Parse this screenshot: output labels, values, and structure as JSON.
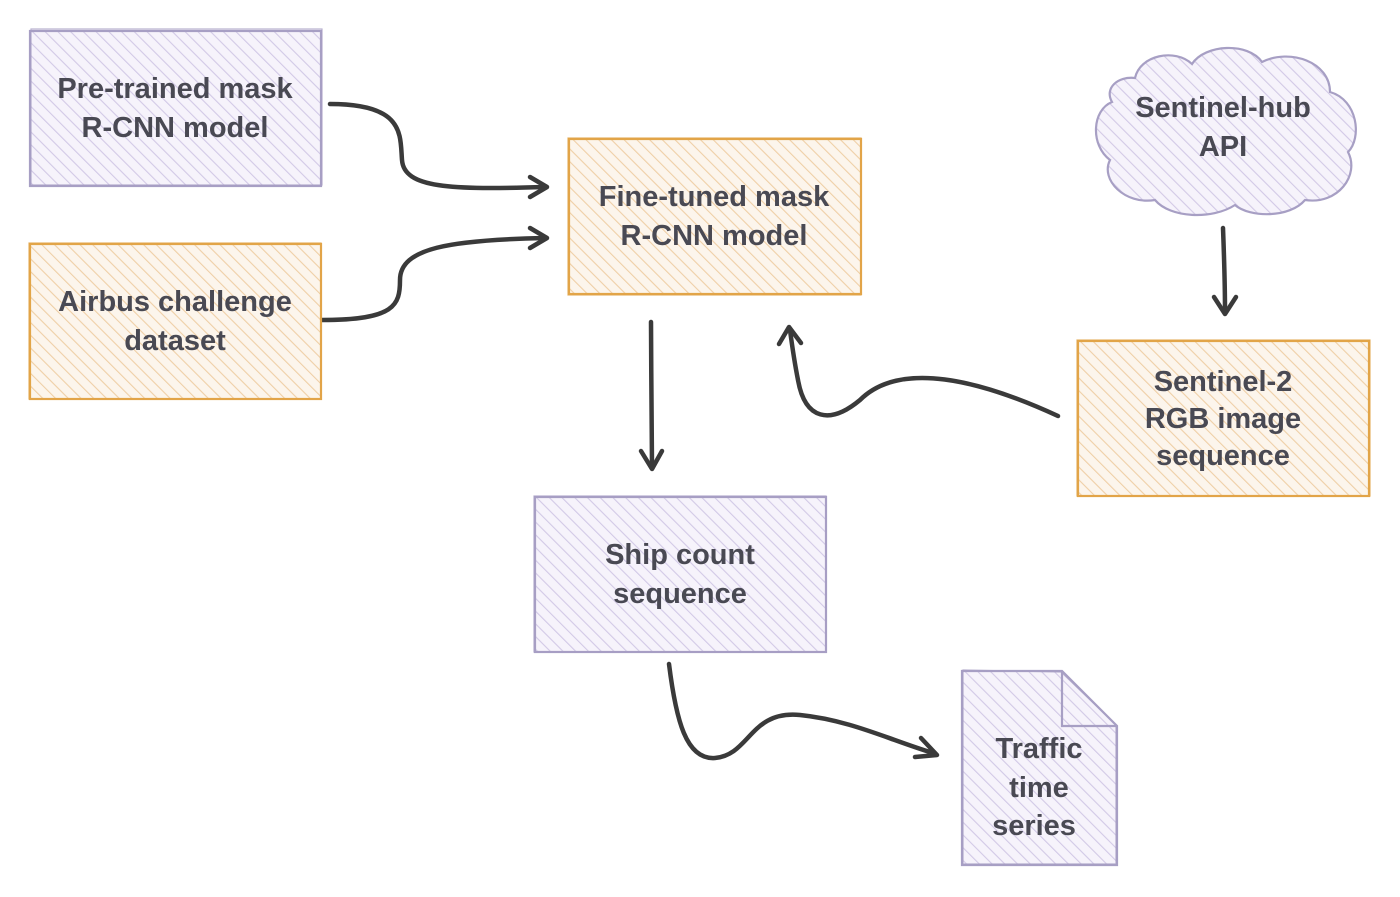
{
  "colors": {
    "purple_fill": "#d9d2ec",
    "purple_stroke": "#a79fc4",
    "orange_fill": "#f3d3aa",
    "orange_stroke": "#e2a548",
    "text": "#494953",
    "arrow": "#3a3a3a"
  },
  "nodes": {
    "pretrained": {
      "shape": "rectangle",
      "color": "purple",
      "lines": [
        "Pre-trained mask",
        "R-CNN model"
      ]
    },
    "airbus": {
      "shape": "rectangle",
      "color": "orange",
      "lines": [
        "Airbus challenge",
        "dataset"
      ]
    },
    "finetuned": {
      "shape": "rectangle",
      "color": "orange",
      "lines": [
        "Fine-tuned mask",
        "R-CNN model"
      ]
    },
    "sentinelhub": {
      "shape": "cloud",
      "color": "purple",
      "lines": [
        "Sentinel-hub",
        "API"
      ]
    },
    "sentinel2": {
      "shape": "rectangle",
      "color": "orange",
      "lines": [
        "Sentinel-2",
        "RGB image",
        "sequence"
      ]
    },
    "shipcount": {
      "shape": "rectangle",
      "color": "purple",
      "lines": [
        "Ship count",
        "sequence"
      ]
    },
    "traffic": {
      "shape": "document",
      "color": "purple",
      "lines": [
        "Traffic",
        "time",
        "series"
      ]
    }
  },
  "edges": [
    {
      "from": "pretrained",
      "to": "finetuned"
    },
    {
      "from": "airbus",
      "to": "finetuned"
    },
    {
      "from": "sentinelhub",
      "to": "sentinel2"
    },
    {
      "from": "sentinel2",
      "to": "finetuned"
    },
    {
      "from": "finetuned",
      "to": "shipcount"
    },
    {
      "from": "shipcount",
      "to": "traffic"
    }
  ]
}
